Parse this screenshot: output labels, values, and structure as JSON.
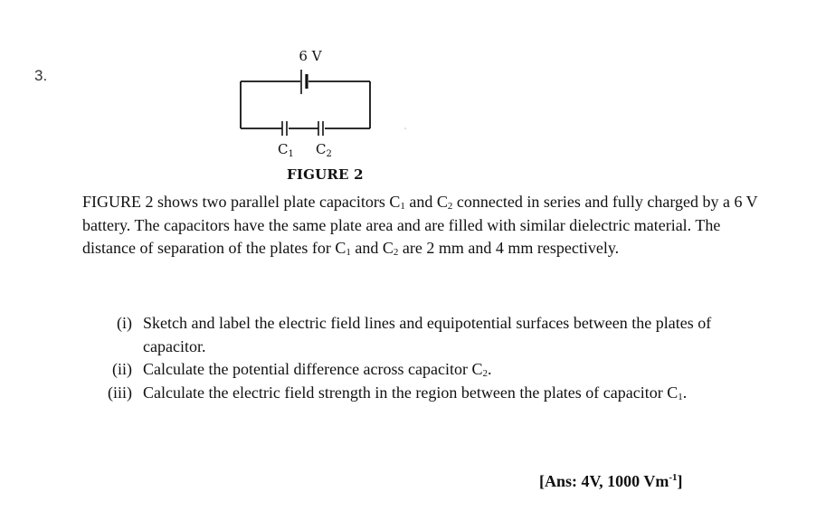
{
  "question": {
    "number": "3.",
    "figure": {
      "battery_label": "6 V",
      "capacitor_labels": [
        {
          "base": "C",
          "sub": "1"
        },
        {
          "base": "C",
          "sub": "2"
        }
      ],
      "caption": "FIGURE 2"
    },
    "paragraph": {
      "s1": "FIGURE 2 shows two parallel plate capacitors C",
      "s1_sub": "1",
      "s2": " and C",
      "s2_sub": "2",
      "s3": " connected in series and fully charged by a 6 V battery. The capacitors have the same plate area and are filled with similar dielectric material. The distance of separation of the plates for C",
      "s3_sub": "1",
      "s4": " and C",
      "s4_sub": "2",
      "s5": " are 2 mm and 4 mm respectively."
    },
    "parts": [
      {
        "label": "(i)",
        "text": "Sketch and label the electric field lines and equipotential surfaces between the plates of capacitor.",
        "sub": "",
        "tail": ""
      },
      {
        "label": "(ii)",
        "text": "Calculate the potential difference across capacitor C",
        "sub": "2",
        "tail": "."
      },
      {
        "label": "(iii)",
        "text": "Calculate the electric field strength in the region between the plates of capacitor C",
        "sub": "1",
        "tail": "."
      }
    ],
    "answer": {
      "prefix": "[Ans: 4V, 1000 Vm",
      "sup": "-1",
      "suffix": "]"
    }
  }
}
